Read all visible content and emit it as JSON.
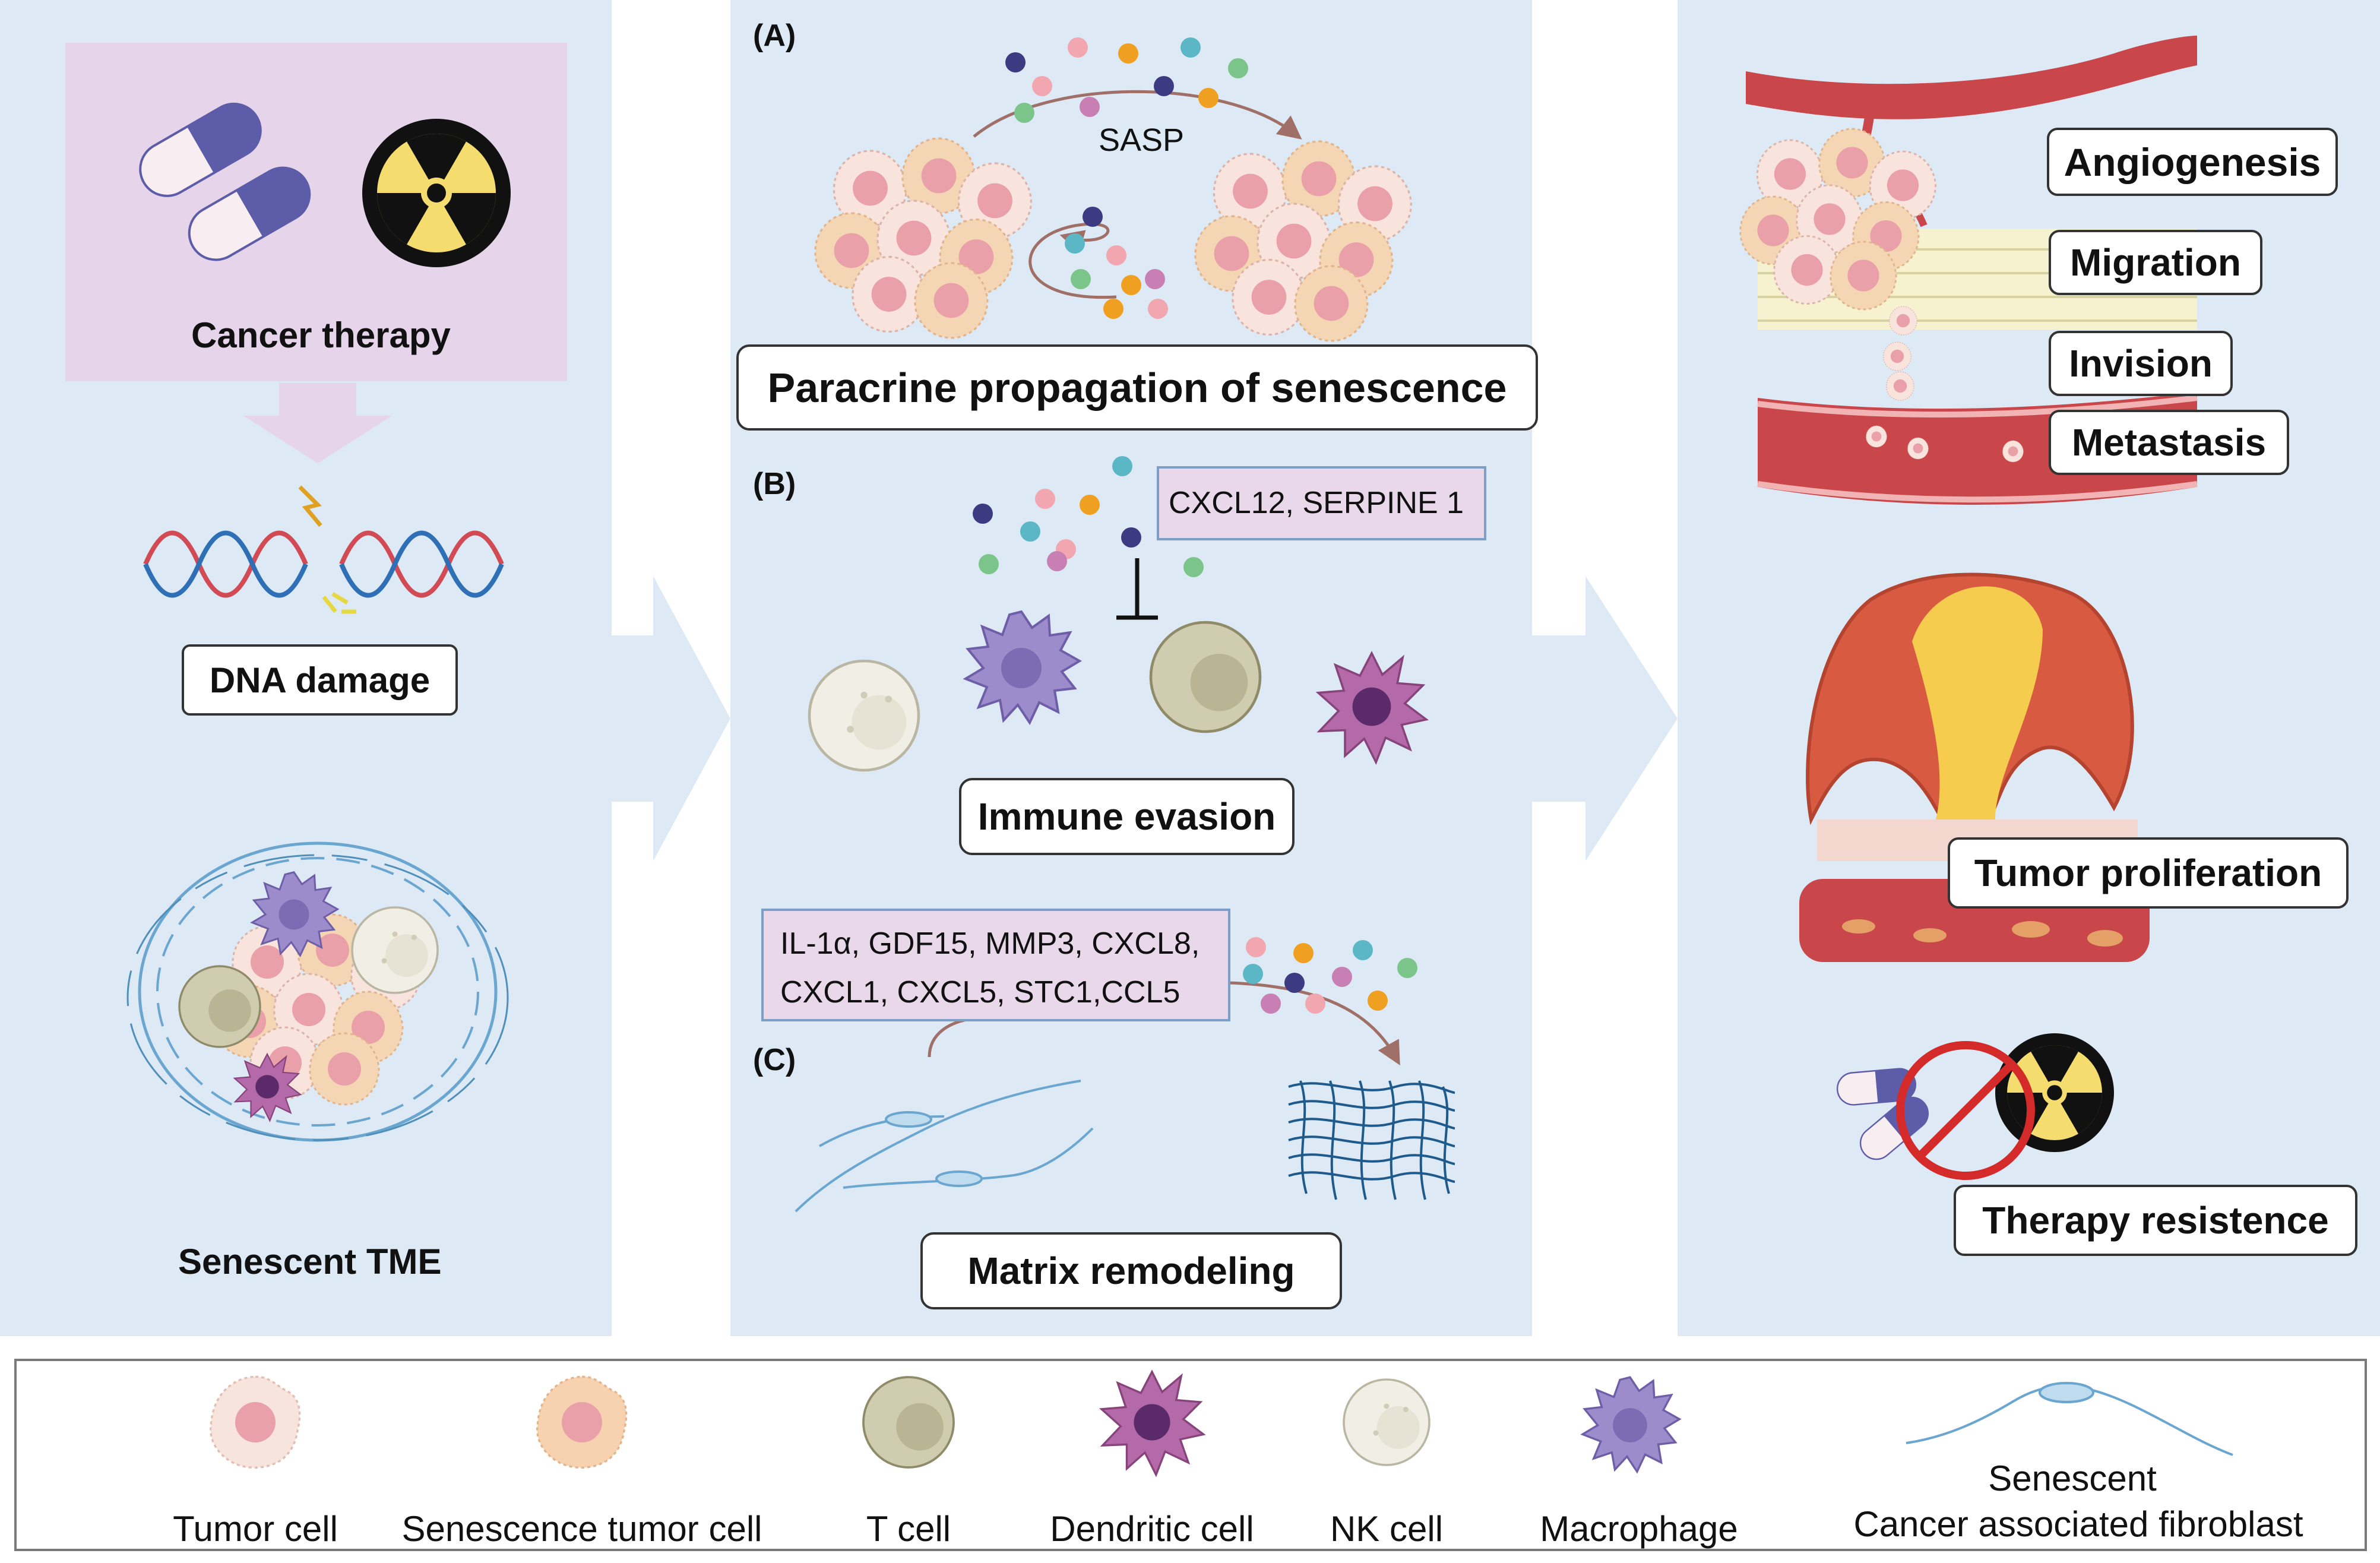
{
  "left": {
    "cancer_therapy": "Cancer therapy",
    "dna_damage": "DNA damage",
    "senescent_tme": "Senescent TME"
  },
  "middle": {
    "a_label": "(A)",
    "sasp": "SASP",
    "paracrine": "Paracrine propagation of senescence",
    "b_label": "(B)",
    "b_factors": "CXCL12, SERPINE 1",
    "immune_evasion": "Immune evasion",
    "c_factors_line1": "IL-1α, GDF15, MMP3, CXCL8,",
    "c_factors_line2": "CXCL1, CXCL5, STC1,CCL5",
    "c_label": "(C)",
    "matrix_remodeling": "Matrix remodeling"
  },
  "right": {
    "angiogenesis": "Angiogenesis",
    "migration": "Migration",
    "invision": "Invision",
    "metastasis": "Metastasis",
    "tumor_proliferation": "Tumor proliferation",
    "therapy_resistence": "Therapy resistence"
  },
  "legend": {
    "tumor_cell": "Tumor cell",
    "senescence_tumor_cell": "Senescence tumor cell",
    "t_cell": "T cell",
    "dendritic_cell": "Dendritic cell",
    "nk_cell": "NK cell",
    "macrophage": "Macrophage",
    "fibroblast_line1": "Senescent",
    "fibroblast_line2": "Cancer associated fibroblast"
  },
  "colors": {
    "panel_bg": "#ddeaf5",
    "therapy_box": "#e6d5ea",
    "tumor_cell": "#f7e4dc",
    "senescent_cell": "#f6d2b0",
    "nucleus": "#e9a0a8",
    "t_cell": "#cfccb0",
    "dendritic": "#b46aa8",
    "nk": "#efeee4",
    "macrophage": "#9d8ccc",
    "vessel": "#c9464a",
    "fibroblast": "#6aa6cf"
  }
}
